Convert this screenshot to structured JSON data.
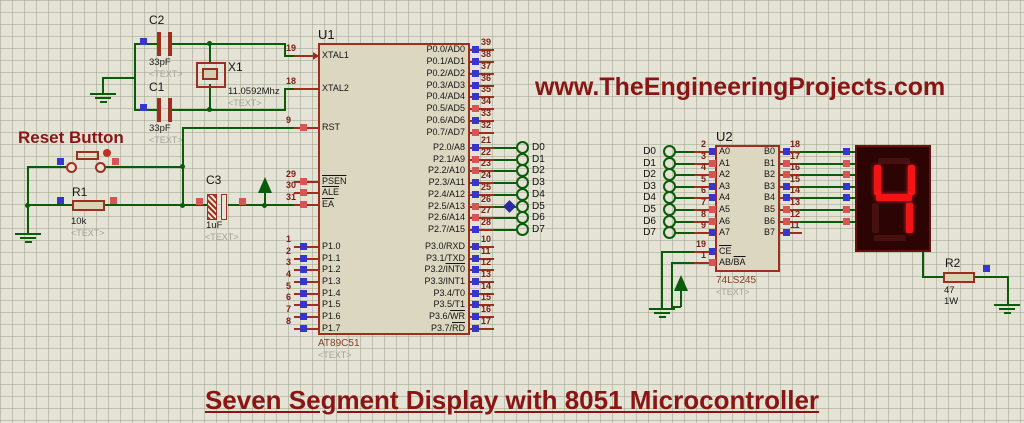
{
  "header": {
    "website": "www.TheEngineeringProjects.com",
    "title": "Seven Segment Display with 8051 Microcontroller",
    "reset_button_label": "Reset Button"
  },
  "misc": {
    "placeholder": "<TEXT>"
  },
  "colors": {
    "canvas": "#e4e3d6",
    "wire_green": "#0a5c0a",
    "component_outline": "#9e2f1f",
    "logic_high_red": "#d85555",
    "logic_low_blue": "#3636cc",
    "segment_lit_red": "#f21414",
    "annotation_red": "#8b1515"
  },
  "u1": {
    "ref": "U1",
    "part": "AT89C51",
    "left_singles": [
      {
        "num": "19",
        "name": "XTAL1",
        "bar": "",
        "state": "",
        "arrow": true
      },
      {
        "num": "18",
        "name": "XTAL2",
        "bar": "",
        "state": ""
      },
      {
        "num": "9",
        "name": "RST",
        "bar": "",
        "state": "red"
      },
      {
        "num": "29",
        "name": "",
        "bar": "PSEN",
        "state": "red"
      },
      {
        "num": "30",
        "name": "",
        "bar": "ALE",
        "state": "red"
      },
      {
        "num": "31",
        "name": "",
        "bar": "EA",
        "state": "red"
      }
    ],
    "p1": [
      {
        "num": "1",
        "name": "P1.0",
        "bar": "",
        "state": "blue"
      },
      {
        "num": "2",
        "name": "P1.1",
        "bar": "",
        "state": "blue"
      },
      {
        "num": "3",
        "name": "P1.2",
        "bar": "",
        "state": "blue"
      },
      {
        "num": "4",
        "name": "P1.3",
        "bar": "",
        "state": "blue"
      },
      {
        "num": "5",
        "name": "P1.4",
        "bar": "",
        "state": "blue"
      },
      {
        "num": "6",
        "name": "P1.5",
        "bar": "",
        "state": "blue"
      },
      {
        "num": "7",
        "name": "P1.6",
        "bar": "",
        "state": "blue"
      },
      {
        "num": "8",
        "name": "P1.7",
        "bar": "",
        "state": "blue"
      }
    ],
    "p0": [
      {
        "num": "39",
        "name": "P0.0/AD0",
        "bar": "",
        "state": "blue"
      },
      {
        "num": "38",
        "name": "P0.1/AD1",
        "bar": "",
        "state": "blue"
      },
      {
        "num": "37",
        "name": "P0.2/AD2",
        "bar": "",
        "state": "blue"
      },
      {
        "num": "36",
        "name": "P0.3/AD3",
        "bar": "",
        "state": "blue"
      },
      {
        "num": "35",
        "name": "P0.4/AD4",
        "bar": "",
        "state": "blue"
      },
      {
        "num": "34",
        "name": "P0.5/AD5",
        "bar": "",
        "state": "red"
      },
      {
        "num": "33",
        "name": "P0.6/AD6",
        "bar": "",
        "state": "blue"
      },
      {
        "num": "32",
        "name": "P0.7/AD7",
        "bar": "",
        "state": "red"
      }
    ],
    "p2": [
      {
        "num": "21",
        "name": "P2.0/A8",
        "bar": "",
        "state": "blue"
      },
      {
        "num": "22",
        "name": "P2.1/A9",
        "bar": "",
        "state": "red"
      },
      {
        "num": "23",
        "name": "P2.2/A10",
        "bar": "",
        "state": "red"
      },
      {
        "num": "24",
        "name": "P2.3/A11",
        "bar": "",
        "state": "blue"
      },
      {
        "num": "25",
        "name": "P2.4/A12",
        "bar": "",
        "state": "blue"
      },
      {
        "num": "26",
        "name": "P2.5/A13",
        "bar": "",
        "state": "red"
      },
      {
        "num": "27",
        "name": "P2.6/A14",
        "bar": "",
        "state": "red"
      },
      {
        "num": "28",
        "name": "P2.7/A15",
        "bar": "",
        "state": "blue"
      }
    ],
    "p3": [
      {
        "num": "10",
        "name": "P3.0/RXD",
        "bar": "",
        "state": "blue"
      },
      {
        "num": "11",
        "name": "P3.1/TXD",
        "bar": "",
        "state": "blue"
      },
      {
        "num": "12",
        "name": "P3.2/",
        "bar": "INT0",
        "state": "blue"
      },
      {
        "num": "13",
        "name": "P3.3/INT1",
        "bar": "",
        "state": "blue"
      },
      {
        "num": "14",
        "name": "P3.4/T0",
        "bar": "",
        "state": "blue"
      },
      {
        "num": "15",
        "name": "P3.5/T1",
        "bar": "",
        "state": "blue"
      },
      {
        "num": "16",
        "name": "P3.6/",
        "bar": "WR",
        "state": "blue"
      },
      {
        "num": "17",
        "name": "P3.7/",
        "bar": "RD",
        "state": "blue"
      }
    ]
  },
  "u2": {
    "ref": "U2",
    "part": "74LS245",
    "a_pins": [
      {
        "num": "2",
        "name": "A0",
        "bar": "",
        "state": "blue"
      },
      {
        "num": "3",
        "name": "A1",
        "bar": "",
        "state": "red"
      },
      {
        "num": "4",
        "name": "A2",
        "bar": "",
        "state": "red"
      },
      {
        "num": "5",
        "name": "A3",
        "bar": "",
        "state": "blue"
      },
      {
        "num": "6",
        "name": "A4",
        "bar": "",
        "state": "blue"
      },
      {
        "num": "7",
        "name": "A5",
        "bar": "",
        "state": "red"
      },
      {
        "num": "8",
        "name": "A6",
        "bar": "",
        "state": "red"
      },
      {
        "num": "9",
        "name": "A7",
        "bar": "",
        "state": "blue"
      }
    ],
    "b_pins": [
      {
        "num": "18",
        "name": "B0",
        "bar": "",
        "state": "blue"
      },
      {
        "num": "17",
        "name": "B1",
        "bar": "",
        "state": "red"
      },
      {
        "num": "16",
        "name": "B2",
        "bar": "",
        "state": "red"
      },
      {
        "num": "15",
        "name": "B3",
        "bar": "",
        "state": "blue"
      },
      {
        "num": "14",
        "name": "B4",
        "bar": "",
        "state": "blue"
      },
      {
        "num": "13",
        "name": "B5",
        "bar": "",
        "state": "red"
      },
      {
        "num": "12",
        "name": "B6",
        "bar": "",
        "state": "red"
      },
      {
        "num": "11",
        "name": "B7",
        "bar": "",
        "state": "blue"
      }
    ],
    "ctrl_pins": [
      {
        "num": "19",
        "name": "",
        "bar": "CE",
        "state": "blue"
      },
      {
        "num": "1",
        "name": "AB/",
        "bar": "BA",
        "state": "red"
      }
    ]
  },
  "capacitors": {
    "c2": {
      "ref": "C2",
      "value": "33pF"
    },
    "c1": {
      "ref": "C1",
      "value": "33pF"
    },
    "c3": {
      "ref": "C3",
      "value": "1uF"
    }
  },
  "crystal": {
    "ref": "X1",
    "value": "11.0592Mhz"
  },
  "resistors": {
    "r1": {
      "ref": "R1",
      "value": "10k"
    },
    "r2": {
      "ref": "R2",
      "value": "47",
      "rating": "1W"
    }
  },
  "terminals": {
    "left": [
      {
        "label": "D0"
      },
      {
        "label": "D1"
      },
      {
        "label": "D2"
      },
      {
        "label": "D3"
      },
      {
        "label": "D4"
      },
      {
        "label": "D5"
      },
      {
        "label": "D6"
      },
      {
        "label": "D7"
      }
    ],
    "right": [
      {
        "label": "D0"
      },
      {
        "label": "D1"
      },
      {
        "label": "D2"
      },
      {
        "label": "D3"
      },
      {
        "label": "D4"
      },
      {
        "label": "D5"
      },
      {
        "label": "D6"
      },
      {
        "label": "D7"
      }
    ]
  },
  "display": {
    "digit": "4",
    "lit_segments": [
      "f",
      "g",
      "b",
      "c"
    ],
    "pin_states": [
      {
        "state": "blue"
      },
      {
        "state": "red"
      },
      {
        "state": "red"
      },
      {
        "state": "blue"
      },
      {
        "state": "blue"
      },
      {
        "state": "red"
      },
      {
        "state": "red"
      }
    ]
  }
}
